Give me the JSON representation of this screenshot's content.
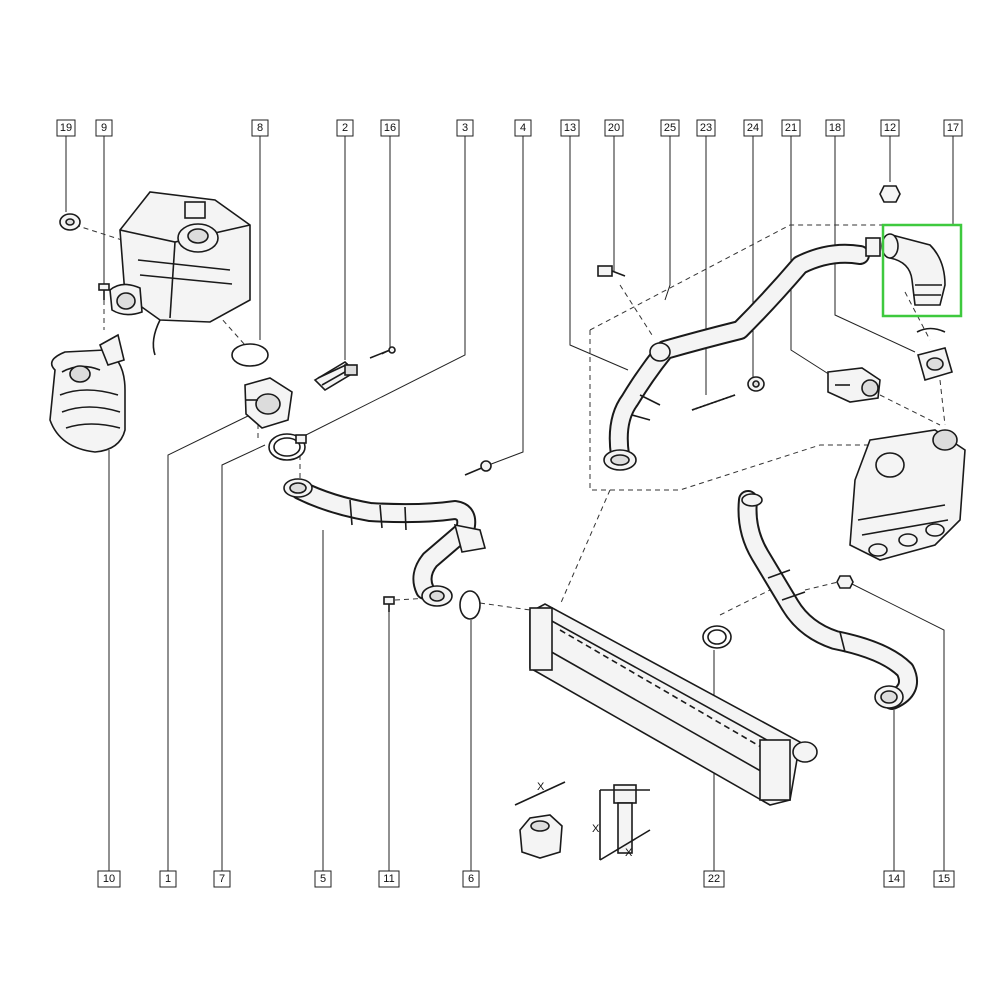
{
  "diagram": {
    "labels": [
      "19",
      "9",
      "8",
      "2",
      "16",
      "3",
      "4",
      "13",
      "20",
      "25",
      "23",
      "24",
      "21",
      "18",
      "12",
      "17",
      "10",
      "1",
      "7",
      "5",
      "11",
      "6",
      "22",
      "14",
      "15"
    ],
    "dimension_marks": [
      "X",
      "X",
      "X"
    ],
    "highlight_color": "#3ec93e"
  }
}
